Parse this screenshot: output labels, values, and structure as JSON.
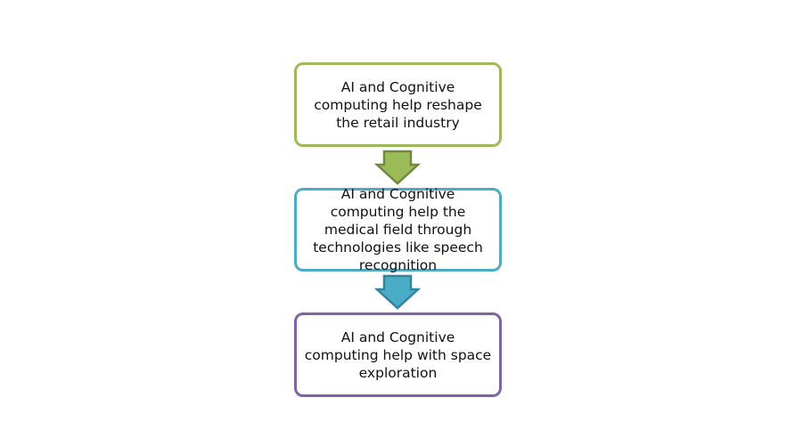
{
  "colors": {
    "green": "#9bbb59",
    "green_dark": "#71893f",
    "teal": "#4bacc6",
    "teal_dark": "#31859c",
    "purple": "#8064a2"
  },
  "flow": {
    "steps": [
      {
        "text": "AI and Cognitive computing help reshape the retail industry",
        "color": "#9bbb59"
      },
      {
        "text": "AI and Cognitive computing help the medical field through technologies like speech recognition",
        "color": "#4bacc6"
      },
      {
        "text": "AI and Cognitive computing help with space exploration",
        "color": "#8064a2"
      }
    ],
    "arrows": [
      {
        "icon": "down-arrow-icon",
        "fill": "#9bbb59",
        "stroke": "#71893f"
      },
      {
        "icon": "down-arrow-icon",
        "fill": "#4bacc6",
        "stroke": "#31859c"
      }
    ]
  }
}
